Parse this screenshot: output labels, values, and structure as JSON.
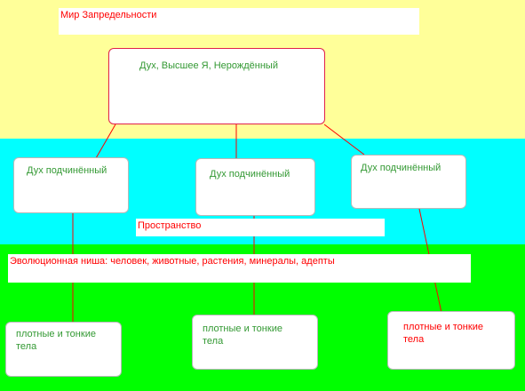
{
  "world_label": "Мир Запредельности",
  "space_label": "Пространство",
  "niche_label": "Эволюционная ниша: человек, животные, растения, минералы, адепты",
  "top_node": {
    "text": "Дух, Высшее Я, Нерождённый"
  },
  "mid_nodes": [
    {
      "text": "Дух подчинённый"
    },
    {
      "text": "Дух подчинённый"
    },
    {
      "text": "Дух подчинённый"
    }
  ],
  "bottom_nodes": [
    {
      "text": "плотные и тонкие тела",
      "color": "#339933"
    },
    {
      "text": "плотные и тонкие тела",
      "color": "#339933"
    },
    {
      "text": "плотные и тонкие тела",
      "color": "#ff0000"
    }
  ],
  "colors": {
    "world_band": "#ffff99",
    "space_band": "#00ffff",
    "niche_band": "#00ff00",
    "connector": "#ff0000"
  }
}
